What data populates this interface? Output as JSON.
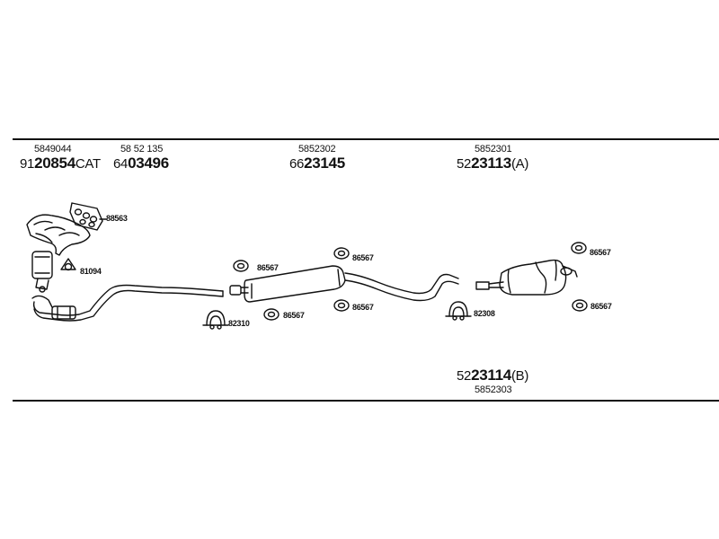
{
  "parts": {
    "p1": {
      "ref": "5849044",
      "prefix": "91",
      "bold": "20854",
      "suffix": "CAT"
    },
    "p2": {
      "ref": "58 52 135",
      "prefix": "64",
      "bold": "03496",
      "suffix": ""
    },
    "p3": {
      "ref": "5852302",
      "prefix": "66",
      "bold": "23145",
      "suffix": ""
    },
    "p4": {
      "ref": "5852301",
      "prefix": "52",
      "bold": "23113",
      "suffix": "(A)"
    },
    "p5": {
      "ref": "5852303",
      "prefix": "52",
      "bold": "23114",
      "suffix": "(B)"
    }
  },
  "small_parts": {
    "gasket": "88563",
    "ring": "81094",
    "clamp_left": "82310",
    "hanger_a": "86567",
    "hanger_b": "86567",
    "hanger_c": "86567",
    "hanger_d": "86567",
    "clamp_right": "82308",
    "hanger_e": "86567",
    "hanger_f": "86567"
  }
}
